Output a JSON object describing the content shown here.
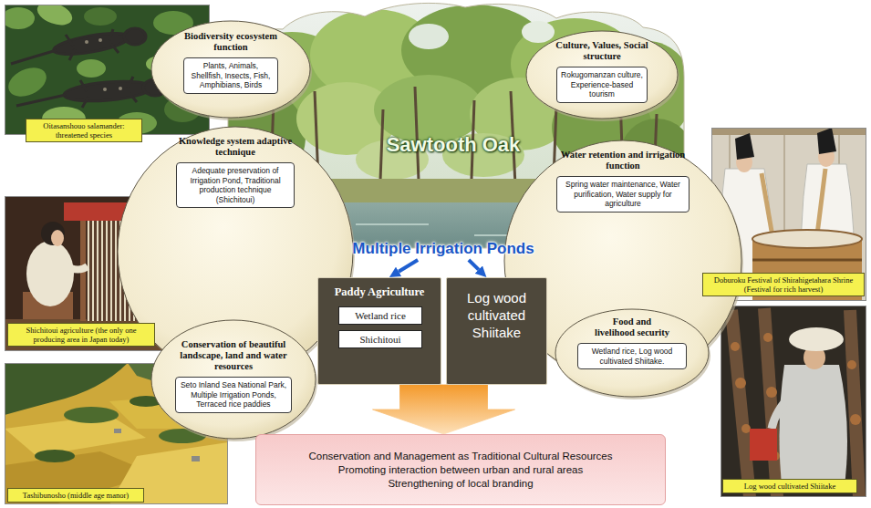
{
  "diagram": {
    "nodes": [
      {
        "text": [
          "Biodiversity ecosystem function"
        ]
      },
      {
        "text": [
          "Plants, Animals, Shellfish, Insects, Fish, Amphibians, Birds"
        ],
        "in": 0
      },
      {
        "text": [
          "Oitasanshouo salamander: threatened species"
        ]
      },
      {
        "text": [
          "Culture, Values, Social structure"
        ]
      },
      {
        "text": [
          "Rokugomanzan culture, Experience-based tourism"
        ],
        "in": 3
      },
      {
        "text": [
          "Knowledge system adaptive technique"
        ]
      },
      {
        "text": [
          "Adequate preservation of Irrigation Pond, Traditional production technique (Shichitoui)"
        ],
        "in": 5
      },
      {
        "text": [
          "Water retention and irrigation function"
        ]
      },
      {
        "text": [
          "Spring water maintenance, Water purification, Water supply for agriculture"
        ],
        "in": 7
      },
      {
        "text": [
          "Doburoku Festival of Shirahigetahara Shrine (Festival for rich harvest)"
        ]
      },
      {
        "text": [
          "Multiple Irrigation Ponds"
        ]
      },
      {
        "text": [
          "Paddy Agriculture"
        ]
      },
      {
        "text": [
          "Wetland rice"
        ],
        "in": 11
      },
      {
        "text": [
          "Shichitoui"
        ],
        "in": 11
      },
      {
        "text": [
          "Log wood cultivated Shiitake"
        ]
      },
      {
        "text": [
          "Shichitoui agriculture (the only one producing area in Japan today)"
        ]
      },
      {
        "text": [
          "Food and livelihood security"
        ]
      },
      {
        "text": [
          "Wetland rice, Log wood cultivated Shiitake."
        ],
        "in": 16
      },
      {
        "text": [
          "Conservation of beautiful landscape, land and water resources"
        ]
      },
      {
        "text": [
          "Seto Inland Sea National Park, Multiple Irrigation Ponds, Terraced rice paddies"
        ],
        "in": 18
      },
      {
        "text": [
          "Conservation and Management as Traditional Cultural Resources",
          "Promoting interaction between urban and rural areas",
          "Strengthening of local branding"
        ]
      },
      {
        "text": [
          "Tashibunosho (middle age manor)"
        ]
      },
      {
        "text": [
          "Log wood cultivated Shiitake"
        ]
      }
    ],
    "edges": [
      {
        "from": 10,
        "to": 11,
        "arrow": "to"
      },
      {
        "from": 10,
        "to": 14,
        "arrow": "to"
      },
      {
        "from": 11,
        "to": 20,
        "arrow": "to"
      },
      {
        "from": 14,
        "to": 20,
        "arrow": "to"
      }
    ],
    "labels": [
      "Sawtooth Oak"
    ]
  }
}
